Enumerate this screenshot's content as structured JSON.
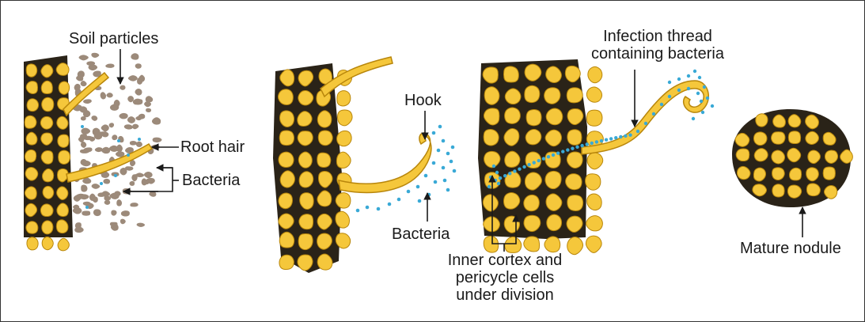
{
  "labels": {
    "soil_particles": "Soil particles",
    "root_hair": "Root hair",
    "bacteria_1": "Bacteria",
    "hook": "Hook",
    "bacteria_2": "Bacteria",
    "infection_thread_line1": "Infection thread",
    "infection_thread_line2": "containing bacteria",
    "inner_cortex_line1": "Inner cortex and",
    "inner_cortex_line2": "pericycle cells",
    "inner_cortex_line3": "under division",
    "mature_nodule": "Mature nodule"
  },
  "colors": {
    "cell_fill": "#f5c73b",
    "cell_stroke": "#b8860b",
    "tissue_dark": "#2a2318",
    "soil_particle": "#9c8a7a",
    "bacteria": "#39a9d6",
    "line": "#1a1a1a",
    "border": "#333333"
  }
}
